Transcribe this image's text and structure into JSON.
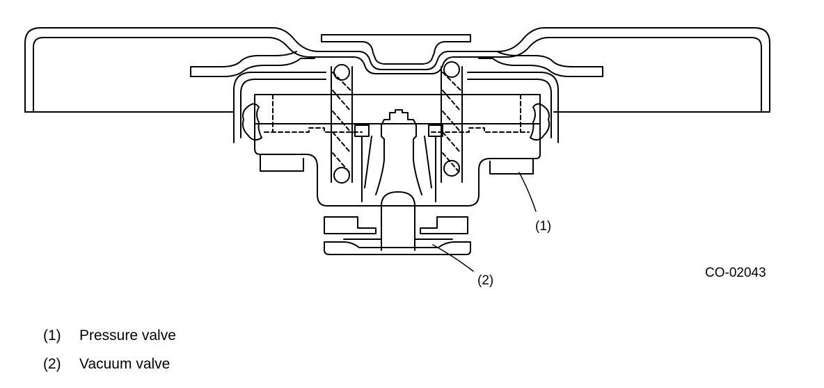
{
  "diagram": {
    "figure_id": "CO-02043",
    "callouts": [
      {
        "number": "(1)"
      },
      {
        "number": "(2)"
      }
    ]
  },
  "legend": [
    {
      "number": "(1)",
      "label": "Pressure valve"
    },
    {
      "number": "(2)",
      "label": "Vacuum valve"
    }
  ]
}
